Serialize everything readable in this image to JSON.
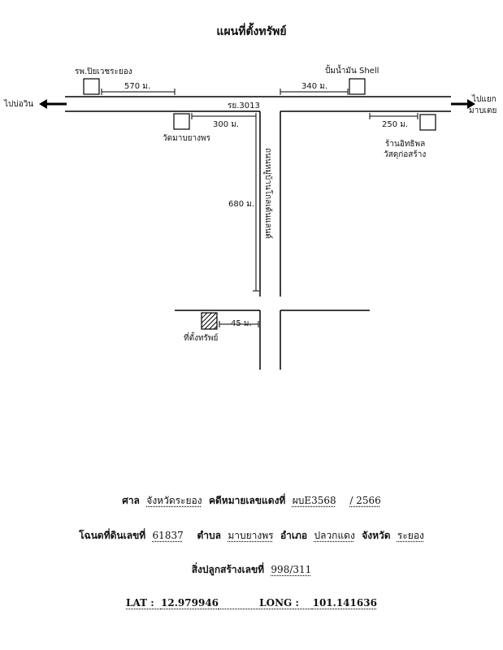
{
  "map": {
    "title": "แผนที่ตั้งทรัพย์",
    "labels": {
      "hospital": "รพ.ปิยเวชระยอง",
      "gas_station": "ปั้มน้ำมัน  Shell",
      "to_left": "ไปบ่อวิน",
      "to_right_1": "ไปแยก",
      "to_right_2": "มาบเตย",
      "road_main": "รย.3013",
      "temple": "วัดมาบยางพร",
      "shop_1": "ร้านอิทธิพล",
      "shop_2": "วัสดุก่อสร้าง",
      "side_road": "ถนนหมู่บ้านโกลเด้นแลนด์",
      "property": "ที่ตั้งทรัพย์"
    },
    "distances": {
      "d570": "570 ม.",
      "d340": "340 ม.",
      "d300": "300 ม.",
      "d250": "250 ม.",
      "d680": "680 ม.",
      "d45": "45 ม."
    }
  },
  "info": {
    "court_label": "ศาล",
    "court_value": "จังหวัดระยอง",
    "case_label": "คดีหมายเลขแดงที่",
    "case_value": "ผบE3568",
    "case_year": "/ 2566",
    "deed_label": "โฉนดที่ดินเลขที่",
    "deed_value": "61837",
    "tambon_label": "ตำบล",
    "tambon_value": "มาบยางพร",
    "amphoe_label": "อำเภอ",
    "amphoe_value": "ปลวกแดง",
    "province_label": "จังหวัด",
    "province_value": "ระยอง",
    "building_label": "สิ่งปลูกสร้างเลขที่",
    "building_value": "998/311",
    "lat_label": "LAT :",
    "lat_value": "12.979946",
    "long_label": "LONG :",
    "long_value": "101.141636"
  }
}
